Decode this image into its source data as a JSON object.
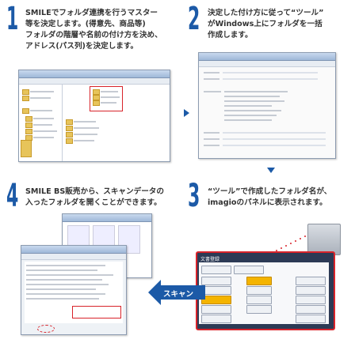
{
  "steps": [
    {
      "number": "1",
      "text": "SMILEでフォルダ連携を行うマスター\n等を決定します。(得意先、商品等)\nフォルダの階層や名前の付け方を決め、\nアドレス(パス列)を決定します。"
    },
    {
      "number": "2",
      "text": "決定した付け方に従って“ツール”\nがWindows上にフォルダを一括\n作成します。"
    },
    {
      "number": "3",
      "text": "“ツール”で作成したフォルダ名が、\nimagioのパネルに表示されます。"
    },
    {
      "number": "4",
      "text": "SMILE BS販売から、スキャンデータの\n入ったフォルダを開くことができます。"
    }
  ],
  "scan_label": "スキャン",
  "panel": {
    "title": "文書登録",
    "buttons": [
      "",
      "",
      "",
      "",
      "",
      "",
      "",
      "",
      "",
      "",
      "",
      "",
      "",
      "",
      "",
      ""
    ]
  },
  "colors": {
    "accent": "#1c5aa7",
    "highlight": "#d8232a",
    "folder": "#e7c45a"
  }
}
